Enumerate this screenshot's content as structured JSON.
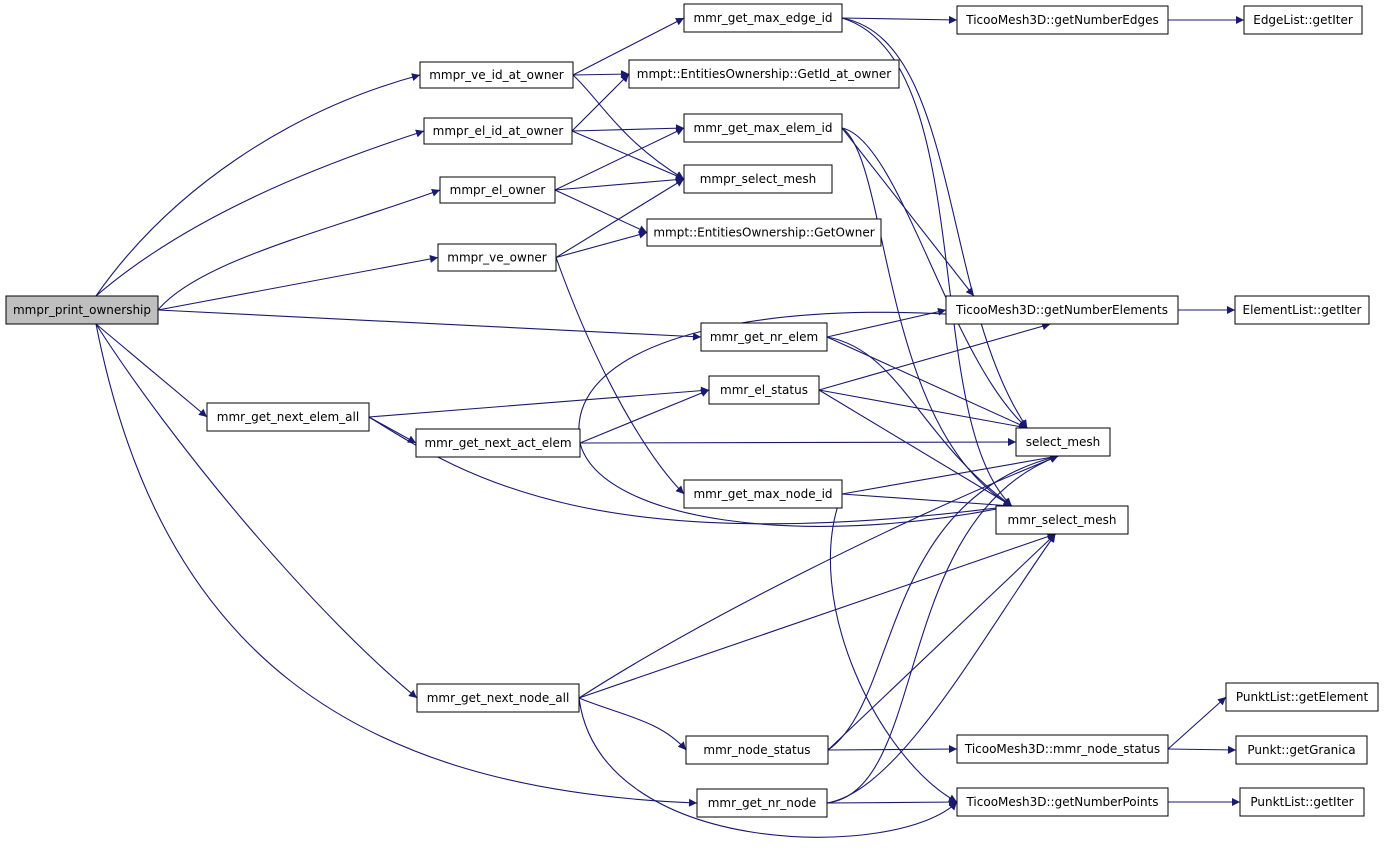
{
  "diagram": {
    "type": "call-graph",
    "edge_color": "#191970",
    "root_fill": "#bfbfbf",
    "nodes": [
      {
        "id": "print_ownership",
        "label": "mmpr_print_ownership",
        "root": true
      },
      {
        "id": "ve_id_at_owner",
        "label": "mmpr_ve_id_at_owner"
      },
      {
        "id": "el_id_at_owner",
        "label": "mmpr_el_id_at_owner"
      },
      {
        "id": "el_owner",
        "label": "mmpr_el_owner"
      },
      {
        "id": "ve_owner",
        "label": "mmpr_ve_owner"
      },
      {
        "id": "get_next_elem_all",
        "label": "mmr_get_next_elem_all"
      },
      {
        "id": "get_next_act_elem",
        "label": "mmr_get_next_act_elem"
      },
      {
        "id": "get_next_node_all",
        "label": "mmr_get_next_node_all"
      },
      {
        "id": "get_max_edge_id",
        "label": "mmr_get_max_edge_id"
      },
      {
        "id": "getid_at_owner",
        "label": "mmpt::EntitiesOwnership::GetId_at_owner"
      },
      {
        "id": "get_max_elem_id",
        "label": "mmr_get_max_elem_id"
      },
      {
        "id": "mmpr_select_mesh",
        "label": "mmpr_select_mesh"
      },
      {
        "id": "getowner",
        "label": "mmpt::EntitiesOwnership::GetOwner"
      },
      {
        "id": "get_nr_elem",
        "label": "mmr_get_nr_elem"
      },
      {
        "id": "el_status",
        "label": "mmr_el_status"
      },
      {
        "id": "get_max_node_id",
        "label": "mmr_get_max_node_id"
      },
      {
        "id": "node_status",
        "label": "mmr_node_status"
      },
      {
        "id": "get_nr_node",
        "label": "mmr_get_nr_node"
      },
      {
        "id": "tm_getnumberedges",
        "label": "TicooMesh3D::getNumberEdges"
      },
      {
        "id": "tm_getnumberelements",
        "label": "TicooMesh3D::getNumberElements"
      },
      {
        "id": "select_mesh",
        "label": "select_mesh"
      },
      {
        "id": "mmr_select_mesh",
        "label": "mmr_select_mesh"
      },
      {
        "id": "tm_mmr_node_status",
        "label": "TicooMesh3D::mmr_node_status"
      },
      {
        "id": "tm_getnumberpoints",
        "label": "TicooMesh3D::getNumberPoints"
      },
      {
        "id": "edgelist_getiter",
        "label": "EdgeList::getIter"
      },
      {
        "id": "elementlist_getiter",
        "label": "ElementList::getIter"
      },
      {
        "id": "punktlist_getelement",
        "label": "PunktList::getElement"
      },
      {
        "id": "punkt_getgranica",
        "label": "Punkt::getGranica"
      },
      {
        "id": "punktlist_getiter",
        "label": "PunktList::getIter"
      }
    ],
    "edges": [
      [
        "print_ownership",
        "ve_id_at_owner"
      ],
      [
        "print_ownership",
        "el_id_at_owner"
      ],
      [
        "print_ownership",
        "el_owner"
      ],
      [
        "print_ownership",
        "ve_owner"
      ],
      [
        "print_ownership",
        "get_nr_elem"
      ],
      [
        "print_ownership",
        "get_next_elem_all"
      ],
      [
        "print_ownership",
        "get_next_node_all"
      ],
      [
        "print_ownership",
        "get_nr_node"
      ],
      [
        "ve_id_at_owner",
        "get_max_edge_id"
      ],
      [
        "ve_id_at_owner",
        "getid_at_owner"
      ],
      [
        "ve_id_at_owner",
        "mmpr_select_mesh"
      ],
      [
        "el_id_at_owner",
        "getid_at_owner"
      ],
      [
        "el_id_at_owner",
        "get_max_elem_id"
      ],
      [
        "el_id_at_owner",
        "mmpr_select_mesh"
      ],
      [
        "el_owner",
        "get_max_elem_id"
      ],
      [
        "el_owner",
        "mmpr_select_mesh"
      ],
      [
        "el_owner",
        "getowner"
      ],
      [
        "ve_owner",
        "mmpr_select_mesh"
      ],
      [
        "ve_owner",
        "getowner"
      ],
      [
        "ve_owner",
        "get_max_node_id"
      ],
      [
        "get_next_elem_all",
        "el_status"
      ],
      [
        "get_next_elem_all",
        "get_next_act_elem"
      ],
      [
        "get_next_elem_all",
        "mmr_select_mesh"
      ],
      [
        "get_next_act_elem",
        "el_status"
      ],
      [
        "get_next_act_elem",
        "tm_getnumberelements"
      ],
      [
        "get_next_act_elem",
        "select_mesh"
      ],
      [
        "get_next_act_elem",
        "mmr_select_mesh"
      ],
      [
        "get_next_node_all",
        "select_mesh"
      ],
      [
        "get_next_node_all",
        "mmr_select_mesh"
      ],
      [
        "get_next_node_all",
        "node_status"
      ],
      [
        "get_next_node_all",
        "tm_getnumberpoints"
      ],
      [
        "get_max_edge_id",
        "tm_getnumberedges"
      ],
      [
        "get_max_edge_id",
        "select_mesh"
      ],
      [
        "get_max_edge_id",
        "mmr_select_mesh"
      ],
      [
        "get_max_elem_id",
        "tm_getnumberelements"
      ],
      [
        "get_max_elem_id",
        "select_mesh"
      ],
      [
        "get_max_elem_id",
        "mmr_select_mesh"
      ],
      [
        "get_nr_elem",
        "tm_getnumberelements"
      ],
      [
        "get_nr_elem",
        "select_mesh"
      ],
      [
        "get_nr_elem",
        "mmr_select_mesh"
      ],
      [
        "el_status",
        "tm_getnumberelements"
      ],
      [
        "el_status",
        "select_mesh"
      ],
      [
        "el_status",
        "mmr_select_mesh"
      ],
      [
        "get_max_node_id",
        "select_mesh"
      ],
      [
        "get_max_node_id",
        "mmr_select_mesh"
      ],
      [
        "get_max_node_id",
        "tm_getnumberpoints"
      ],
      [
        "node_status",
        "select_mesh"
      ],
      [
        "node_status",
        "mmr_select_mesh"
      ],
      [
        "node_status",
        "tm_mmr_node_status"
      ],
      [
        "get_nr_node",
        "select_mesh"
      ],
      [
        "get_nr_node",
        "mmr_select_mesh"
      ],
      [
        "get_nr_node",
        "tm_getnumberpoints"
      ],
      [
        "tm_getnumberedges",
        "edgelist_getiter"
      ],
      [
        "tm_getnumberelements",
        "elementlist_getiter"
      ],
      [
        "tm_mmr_node_status",
        "punktlist_getelement"
      ],
      [
        "tm_mmr_node_status",
        "punkt_getgranica"
      ],
      [
        "tm_getnumberpoints",
        "punktlist_getiter"
      ]
    ]
  }
}
